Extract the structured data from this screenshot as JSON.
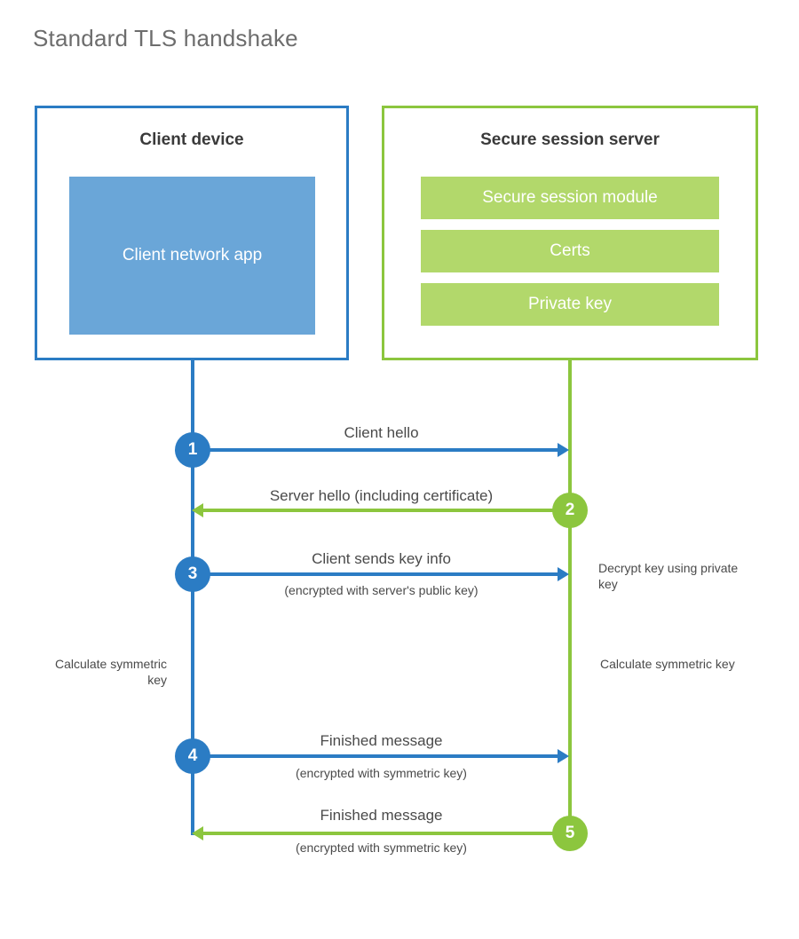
{
  "page": {
    "title": "Standard TLS handshake"
  },
  "colors": {
    "client_accent": "#2b7cc4",
    "client_app_fill": "#6aa6d8",
    "server_accent": "#8cc63e",
    "server_bar_fill": "#b2d86b",
    "text": "#4a4a4a",
    "heading": "#3a3a3a",
    "title": "#6d6d6d",
    "background": "#ffffff"
  },
  "client": {
    "title": "Client device",
    "app_label": "Client network app"
  },
  "server": {
    "title": "Secure session server",
    "components": [
      {
        "label": "Secure session module"
      },
      {
        "label": "Certs"
      },
      {
        "label": "Private key"
      }
    ]
  },
  "steps": [
    {
      "number": "1",
      "label": "Client hello",
      "sublabel": "",
      "direction": "client-to-server",
      "color": "#2b7cc4"
    },
    {
      "number": "2",
      "label": "Server hello (including certificate)",
      "sublabel": "",
      "direction": "server-to-client",
      "color": "#8cc63e"
    },
    {
      "number": "3",
      "label": "Client sends key info",
      "sublabel": "(encrypted with server's public key)",
      "direction": "client-to-server",
      "color": "#2b7cc4"
    },
    {
      "number": "4",
      "label": "Finished message",
      "sublabel": "(encrypted with symmetric key)",
      "direction": "client-to-server",
      "color": "#2b7cc4"
    },
    {
      "number": "5",
      "label": "Finished message",
      "sublabel": "(encrypted with symmetric key)",
      "direction": "server-to-client",
      "color": "#8cc63e"
    }
  ],
  "annotations": {
    "decrypt_key": "Decrypt key using private key",
    "client_calculate": "Calculate symmetric key",
    "server_calculate": "Calculate symmetric key"
  }
}
